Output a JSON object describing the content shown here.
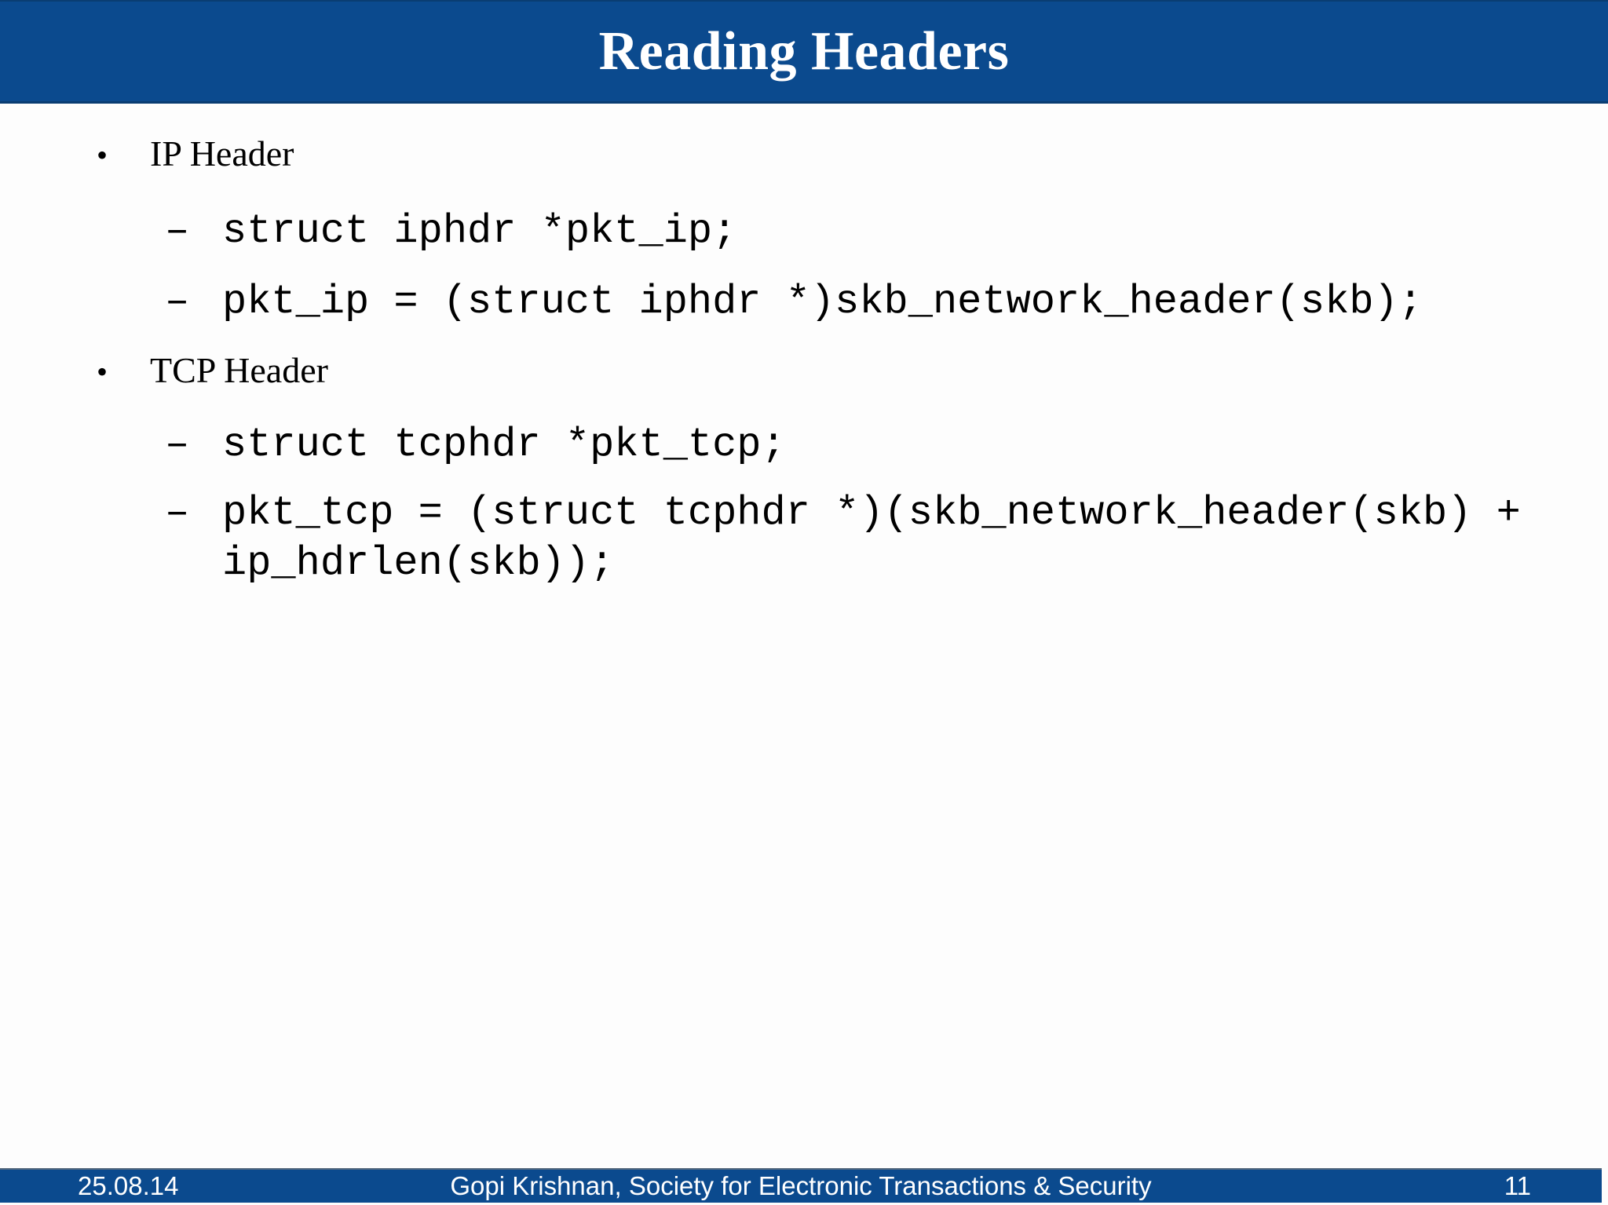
{
  "title": "Reading Headers",
  "colors": {
    "bar_blue": "#0b4a8e",
    "bar_edge": "#0a3d72",
    "text": "#000000",
    "bar_text": "#ffffff"
  },
  "content": {
    "bullet_glyph": "•",
    "dash_glyph": "–",
    "items": [
      {
        "label": "IP Header",
        "code_lines": [
          "struct iphdr *pkt_ip;",
          "pkt_ip = (struct iphdr *)skb_network_header(skb);"
        ]
      },
      {
        "label": "TCP Header",
        "code_lines": [
          "struct tcphdr *pkt_tcp;",
          "pkt_tcp = (struct tcphdr *)(skb_network_header(skb) + ip_hdrlen(skb));"
        ]
      }
    ]
  },
  "footer": {
    "date": "25.08.14",
    "credit": "Gopi Krishnan, Society for Electronic Transactions & Security",
    "page_number": "11"
  }
}
